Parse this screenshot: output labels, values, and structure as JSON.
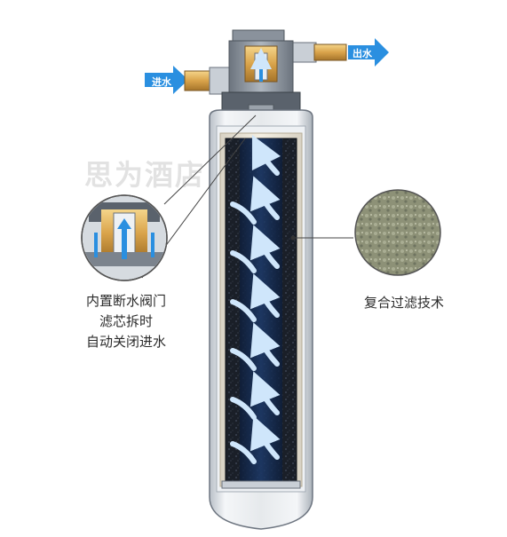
{
  "labels": {
    "inlet": "进水",
    "outlet": "出水"
  },
  "callouts": {
    "left": [
      "内置断水阀门",
      "滤芯拆时",
      "自动关闭进水"
    ],
    "right": "复合过滤技术"
  },
  "watermark": "思为酒店",
  "colors": {
    "arrow_blue": "#2a8fe0",
    "brass": "#d9a34a",
    "carbon_dark": "#151b26",
    "housing": "#dfe3e8"
  }
}
